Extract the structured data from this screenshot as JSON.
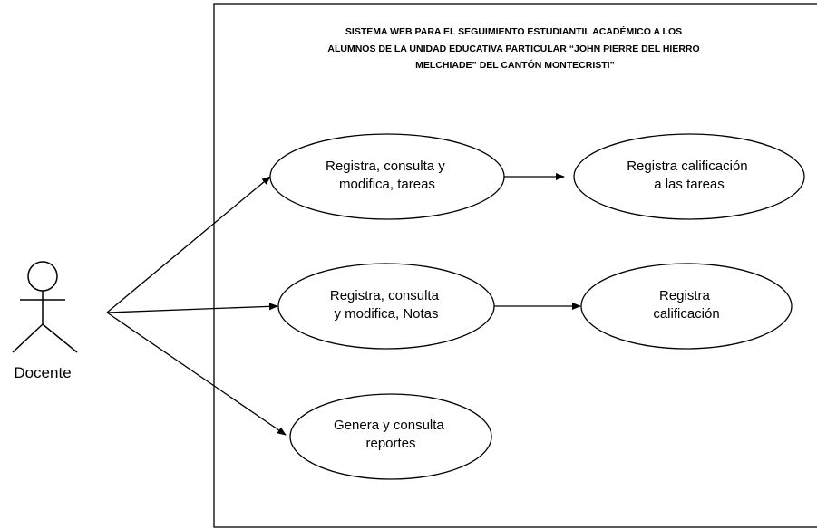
{
  "system": {
    "title_lines": [
      "SISTEMA WEB PARA EL SEGUIMIENTO ESTUDIANTIL ACADÉMICO A LOS",
      "ALUMNOS DE LA UNIDAD EDUCATIVA PARTICULAR “JOHN PIERRE DEL HIERRO",
      "MELCHIADE” DEL CANTÓN MONTECRISTI”"
    ]
  },
  "actor": {
    "name": "Docente"
  },
  "use_cases": [
    {
      "id": "tareas",
      "lines": [
        "Registra, consulta y",
        "modifica, tareas"
      ]
    },
    {
      "id": "calif-tareas",
      "lines": [
        "Registra calificación",
        "a las tareas"
      ]
    },
    {
      "id": "notas",
      "lines": [
        "Registra, consulta",
        "y modifica, Notas"
      ]
    },
    {
      "id": "calificacion",
      "lines": [
        "Registra",
        "calificación"
      ]
    },
    {
      "id": "reportes",
      "lines": [
        "Genera y consulta",
        "reportes"
      ]
    }
  ],
  "colors": {
    "stroke": "#000000",
    "background": "#ffffff"
  }
}
